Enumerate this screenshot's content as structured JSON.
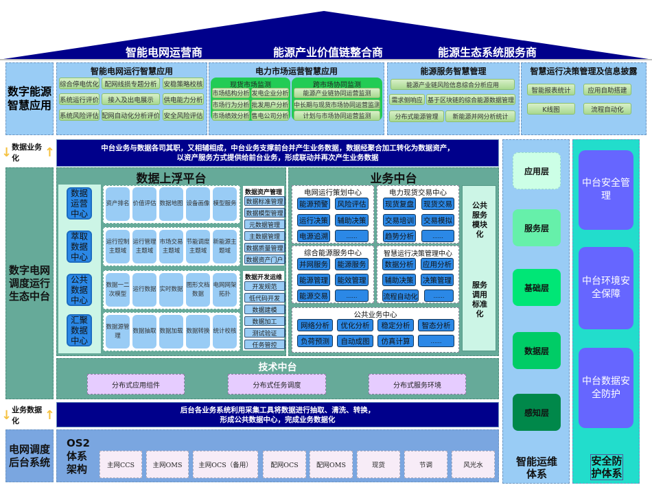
{
  "roof": {
    "labels": [
      "智能电网运营商",
      "能源产业价值链整合商",
      "能源生态系统服务商"
    ],
    "color": "#00008b"
  },
  "left_labels": {
    "digital_app": "数字能源智慧应用",
    "data_biz": "数据业务化",
    "middle_platform": "数字电网调度运行生态中台",
    "biz_data": "业务数据化",
    "backend": "电网调度后台系统"
  },
  "apps": {
    "grid": {
      "title": "智能电网运行智慧应用",
      "items": [
        "综合停电优化",
        "配网线损专题分析",
        "安稳策略校核",
        "系统运行评价",
        "接入及出电展示",
        "供电能力分析",
        "系统风险评估",
        "配网自动化分析评价",
        "安全风险评估"
      ]
    },
    "market": {
      "title": "电力市场运营智慧应用",
      "spot": {
        "title": "现货市场监测",
        "items": [
          "市场结构分析",
          "发电企业分析",
          "市场行为分析",
          "批发用户分析",
          "市场绩效分析",
          "售电公司分析"
        ]
      },
      "cross": {
        "title": "跨市场协同监测",
        "items": [
          "能源产业链协同运营监测",
          "中长期与现货市场协同运营监测",
          "计划与市场协同运营监测"
        ]
      }
    },
    "energy_service": {
      "title": "能源服务智慧管理",
      "items": [
        "能源产业链风险信息综合分析应用",
        "需求侧响应",
        "基于区块链的综合能源数据管理",
        "分布式能源管理",
        "新能源并网分析统计"
      ]
    },
    "decision": {
      "title": "智慧运行决策管理及信息披露",
      "items": [
        "智能报表统计",
        "应用自助搭建",
        "K线图",
        "流程自动化"
      ]
    }
  },
  "banner_top": {
    "line1": "中台业务与数据各司其职，又相辅相成，中台业务支撑前台并产生业务数据，数据经聚合加工转化为数据资产，",
    "line2": "以资产服务方式提供给前台业务，形成联动并再次产生业务数据"
  },
  "data_platform": {
    "title": "数据上浮平台",
    "centers": [
      "数据运营中心",
      "萃取数据中心",
      "公共数据中心",
      "汇聚数据中心"
    ],
    "tile_rows": [
      [
        "资产排名",
        "价值评估",
        "数据地图",
        "设备画像",
        "模型服务"
      ],
      [
        "运行控制主题域",
        "运行管理主题域",
        "市场交易主题域",
        "节能调度主题域",
        "新能源主题域"
      ],
      [
        "数据一二次模型",
        "运行数据",
        "实时数据",
        "图形文档数据",
        "电网网架拓扑"
      ],
      [
        "数据源管理",
        "数据抽取",
        "数据加载",
        "数据转换",
        "统计校核"
      ]
    ],
    "asset_mgmt": {
      "title": "数据资产管理",
      "items": [
        "数据标准管理",
        "数据模型管理",
        "元数据管理",
        "主数据管理",
        "数据质量管理",
        "数据资产门户"
      ]
    },
    "dev_ops": {
      "title": "数据开发运维",
      "items": [
        "开发规范",
        "低代码开发",
        "数据建模",
        "数据加工",
        "测试验证",
        "任务管控"
      ]
    }
  },
  "biz_platform": {
    "title": "业务中台",
    "grid_center": {
      "title": "电网运行策划中心",
      "items": [
        "能源预警",
        "风险评估",
        "运行决策",
        "辅助决策",
        "电源追溯",
        "……"
      ]
    },
    "spot_center": {
      "title": "电力现货交易中心",
      "items": [
        "现货复盘",
        "现货交易",
        "交易培训",
        "交易模拟",
        "趋势分析",
        "……"
      ]
    },
    "energy_center": {
      "title": "综合能源服务中心",
      "items": [
        "并网服务",
        "能源服务",
        "能源管理",
        "能效管理",
        "能源交易",
        "……"
      ]
    },
    "decision_center": {
      "title": "智慧运行决策管理中心",
      "items": [
        "数据分析",
        "应用分析",
        "辅助决策",
        "决策管理",
        "流程自动化",
        "……"
      ]
    },
    "public_center": {
      "title": "公共业务中心",
      "items": [
        "网络分析",
        "优化分析",
        "稳定分析",
        "智态分析",
        "负荷预测",
        "自动成图",
        "仿真计算",
        "……"
      ]
    },
    "modular": "公共服务模块化",
    "standard": "服务调用标准化"
  },
  "tech_platform": {
    "title": "技术中台",
    "items": [
      "分布式应用组件",
      "分布式任务调度",
      "分布式服务环境"
    ]
  },
  "banner_bottom": {
    "line1": "后台各业务系统利用采集工具将数据进行抽取、清洗、转换，",
    "line2": "形成公共数据中心，完成业务数据化"
  },
  "backend": {
    "os2_label": "OS2体系架构",
    "systems": [
      "主网CCS",
      "主网OMS",
      "主网OCS（备用）",
      "配网OCS",
      "配网OMS",
      "现货",
      "节调",
      "风光水"
    ]
  },
  "ops_system": {
    "layers": [
      {
        "label": "应用层",
        "color": "#ccffe6"
      },
      {
        "label": "服务层",
        "color": "#66f0aa"
      },
      {
        "label": "基础层",
        "color": "#00e676"
      },
      {
        "label": "数据层",
        "color": "#00cc66"
      },
      {
        "label": "感知层",
        "color": "#00884a"
      }
    ],
    "title": "智能运维体系"
  },
  "security": {
    "items": [
      "中台安全管理",
      "中台环境安全保障",
      "中台数据安全防护"
    ],
    "title": "安全防护体系"
  }
}
